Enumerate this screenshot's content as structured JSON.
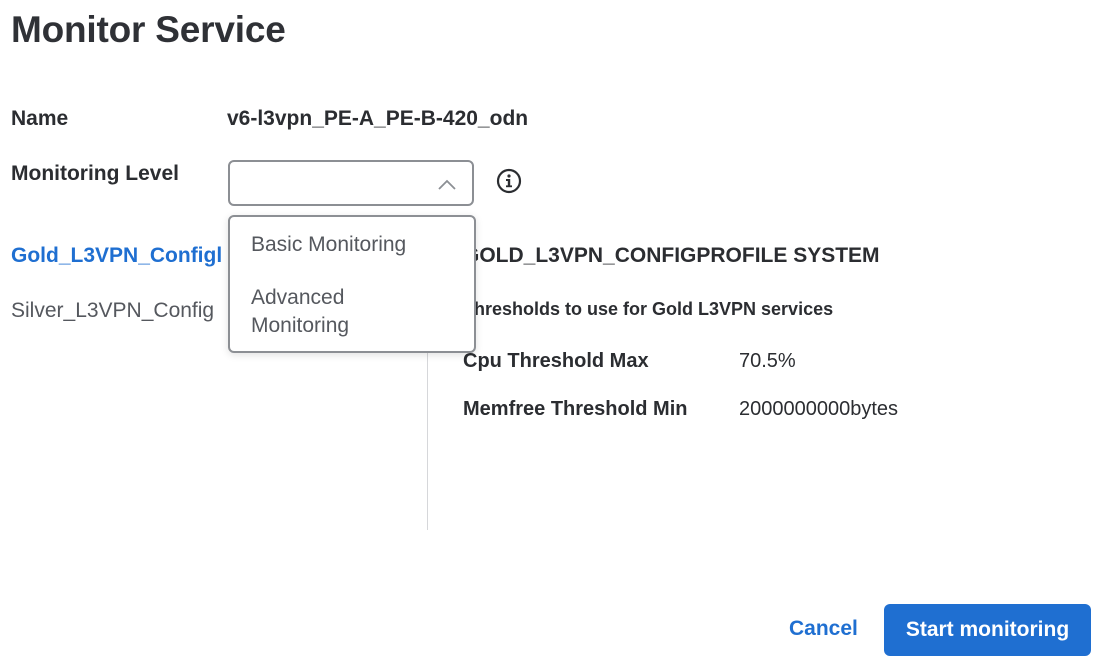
{
  "page": {
    "title": "Monitor Service"
  },
  "form": {
    "name_label": "Name",
    "name_value": "v6-l3vpn_PE-A_PE-B-420_odn",
    "monitoring_level_label": "Monitoring Level",
    "monitoring_level_value": "",
    "monitoring_level_options": [
      "Basic Monitoring",
      "Advanced Monitoring"
    ],
    "info_icon": "info-circle-icon"
  },
  "profiles": {
    "items": [
      {
        "label": "Gold_L3VPN_Configl",
        "active": true
      },
      {
        "label": "Silver_L3VPN_Config",
        "active": false
      }
    ]
  },
  "detail": {
    "title": "GOLD_L3VPN_CONFIGPROFILE SYSTEM",
    "description": "Thresholds to use for Gold L3VPN services",
    "rows": [
      {
        "label": "Cpu Threshold Max",
        "value": "70.5%"
      },
      {
        "label": "Memfree Threshold Min",
        "value": "2000000000bytes"
      }
    ]
  },
  "actions": {
    "cancel": "Cancel",
    "start": "Start monitoring"
  },
  "colors": {
    "accent": "#1f6fd1",
    "text": "#2b2d31",
    "muted_text": "#55585e",
    "border": "#8c8f94"
  }
}
